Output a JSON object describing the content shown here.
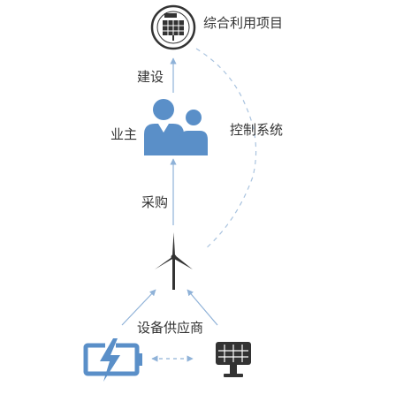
{
  "nodes": {
    "project": {
      "label": "综合利用项目",
      "icon": "solar-panel-project-icon"
    },
    "owner": {
      "label": "业主",
      "icon": "two-people-icon"
    },
    "control": {
      "label": "控制系统"
    },
    "turbine": {
      "icon": "wind-turbine-icon"
    },
    "supplier": {
      "label": "设备供应商"
    },
    "battery": {
      "icon": "battery-charging-icon"
    },
    "solar": {
      "icon": "solar-panel-icon"
    }
  },
  "edges": {
    "build": {
      "label": "建设"
    },
    "purchase": {
      "label": "采购"
    }
  },
  "colors": {
    "primary": "#5a8fc8",
    "text": "#333333",
    "arrow": "#8fb2d8",
    "dashed": "#a9c3df"
  }
}
